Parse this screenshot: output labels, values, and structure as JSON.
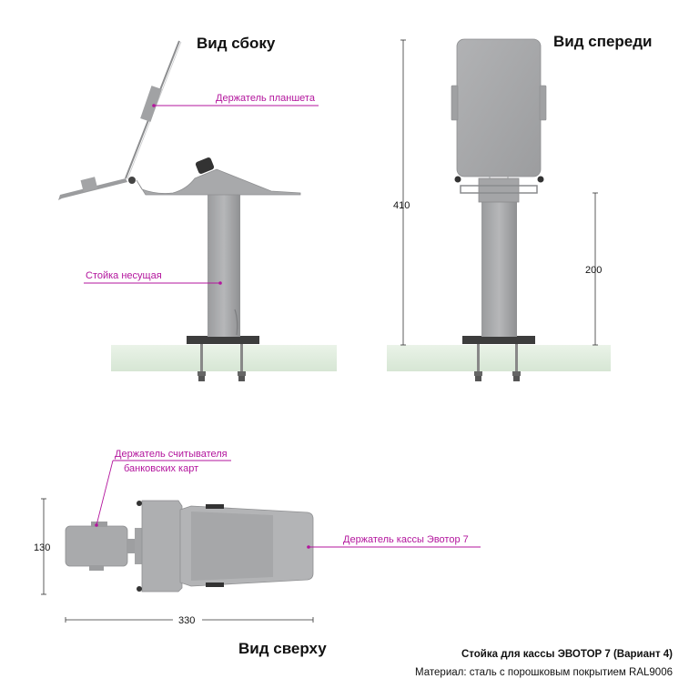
{
  "views": {
    "side": {
      "title": "Вид сбоку"
    },
    "front": {
      "title": "Вид спереди"
    },
    "top": {
      "title": "Вид сверху"
    }
  },
  "callouts": {
    "tablet_holder": "Держатель планшета",
    "support_post": "Стойка несущая",
    "card_reader_line1": "Держатель считывателя",
    "card_reader_line2": "банковских карт",
    "register_holder": "Держатель кассы Эвотор 7"
  },
  "dimensions": {
    "total_height": "410",
    "post_height": "200",
    "depth": "130",
    "length": "330"
  },
  "caption": {
    "title": "Стойка для кассы ЭВОТОР 7 (Вариант 4)",
    "material": "Материал: сталь с порошковым покрытием RAL9006"
  },
  "colors": {
    "callout": "#b3159d",
    "steel": "#a9aaac",
    "steel_dark": "#8e8f91",
    "desk": "#e3efe1",
    "base_plate": "#3d3d3d"
  }
}
